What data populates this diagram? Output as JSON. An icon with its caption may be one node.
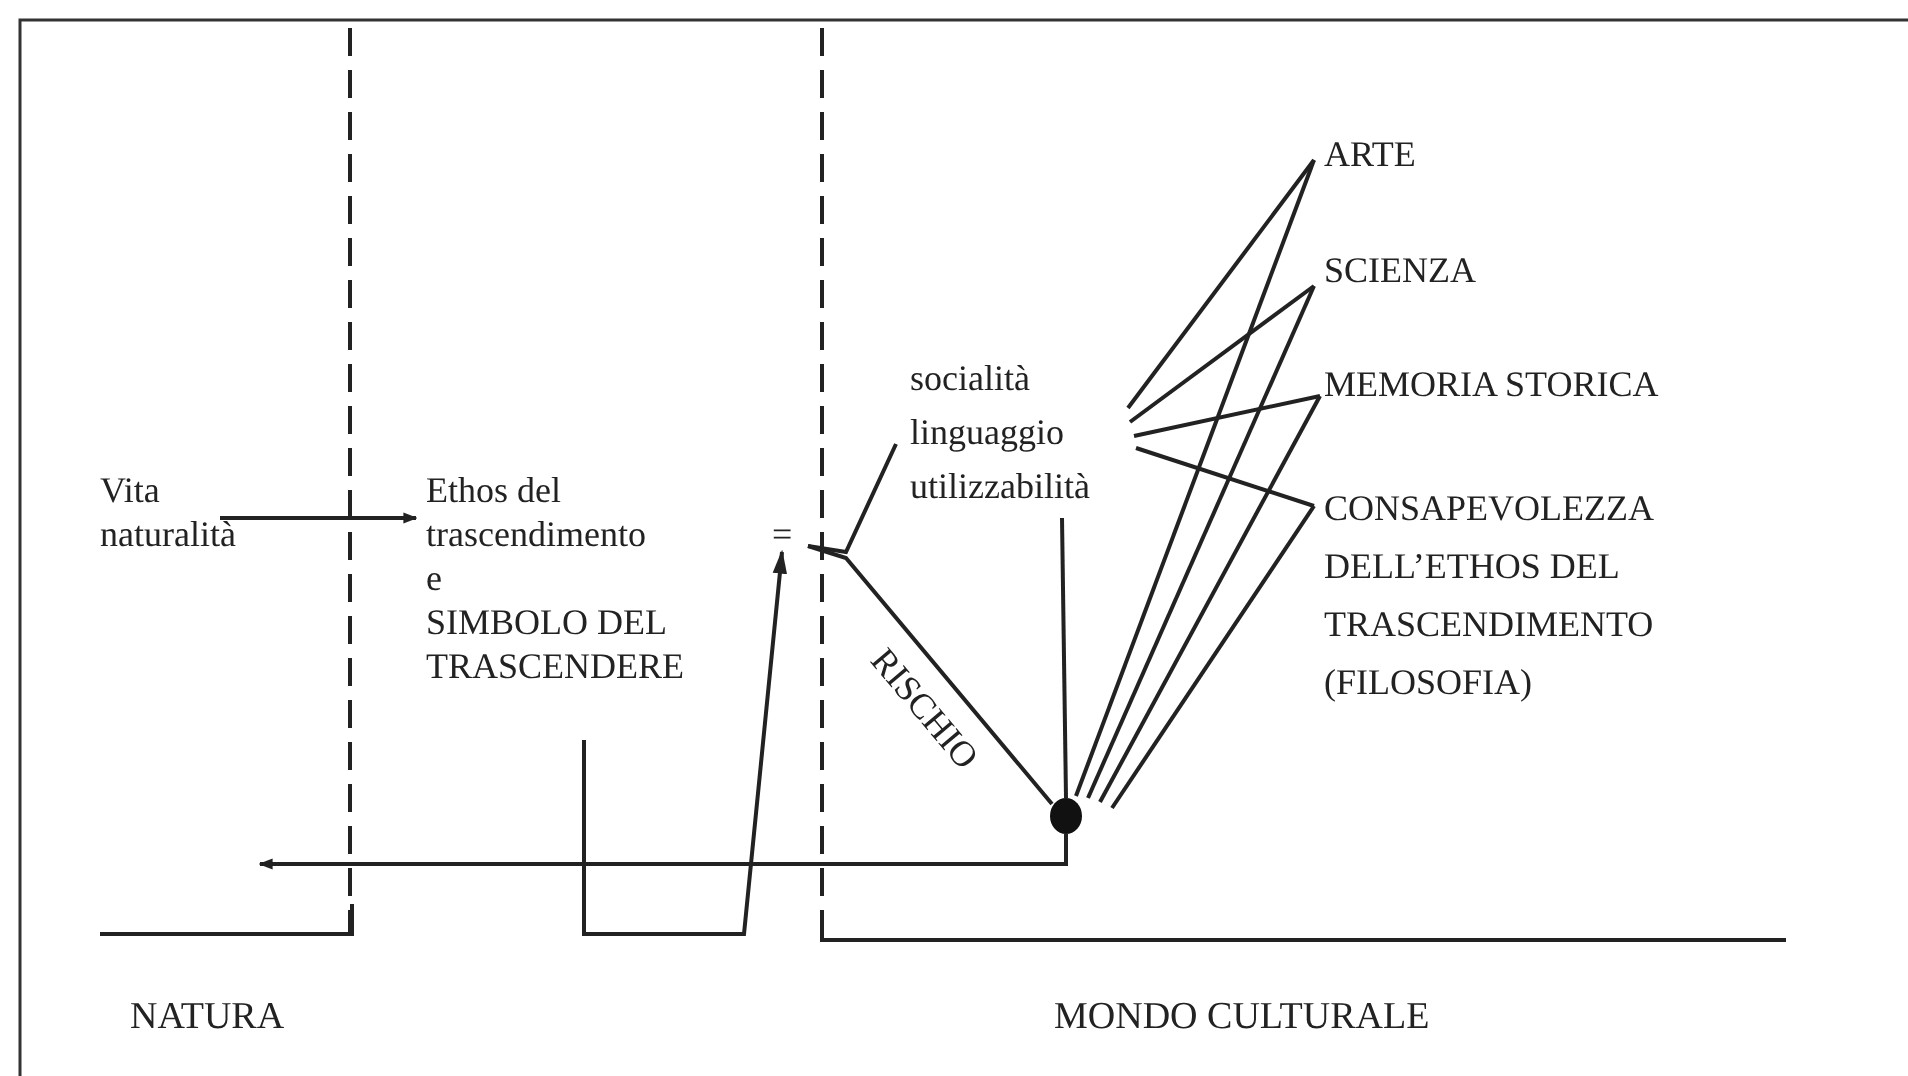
{
  "diagram": {
    "nodes": [
      {
        "text": [
          "Vita naturalità"
        ]
      },
      {
        "text": [
          "Ethos del trascendimento",
          "e",
          "SIMBOLO DEL TRASCENDERE"
        ]
      },
      {
        "text": [
          "="
        ]
      },
      {
        "text": [
          "socialità linguaggio utilizzabilità"
        ]
      },
      {
        "text": [],
        "shape": "circle"
      },
      {
        "text": [
          "ARTE"
        ]
      },
      {
        "text": [
          "SCIENZA"
        ]
      },
      {
        "text": [
          "MEMORIA STORICA"
        ]
      },
      {
        "text": [
          "CONSAPEVOLEZZA DELL’ETHOS DEL TRASCENDIMENTO (FILOSOFIA)"
        ]
      }
    ],
    "edges": [
      {
        "from": 0,
        "to": 1,
        "arrow": "to"
      },
      {
        "from": 1,
        "to": 2,
        "arrow": "to"
      },
      {
        "from": 2,
        "to": 3,
        "arrow": "none"
      },
      {
        "from": 2,
        "to": 4,
        "arrow": "none",
        "label": "RISCHIO"
      },
      {
        "from": 4,
        "to": 3,
        "arrow": "none"
      },
      {
        "from": 3,
        "to": 5,
        "arrow": "none"
      },
      {
        "from": 3,
        "to": 6,
        "arrow": "none"
      },
      {
        "from": 3,
        "to": 7,
        "arrow": "none"
      },
      {
        "from": 3,
        "to": 8,
        "arrow": "none"
      },
      {
        "from": 4,
        "to": 5,
        "arrow": "none"
      },
      {
        "from": 4,
        "to": 6,
        "arrow": "none"
      },
      {
        "from": 4,
        "to": 7,
        "arrow": "none"
      },
      {
        "from": 4,
        "to": 8,
        "arrow": "none"
      },
      {
        "from": 4,
        "to": null,
        "arrow": "to"
      }
    ],
    "labels": [
      "NATURA",
      "MONDO CULTURALE"
    ]
  }
}
